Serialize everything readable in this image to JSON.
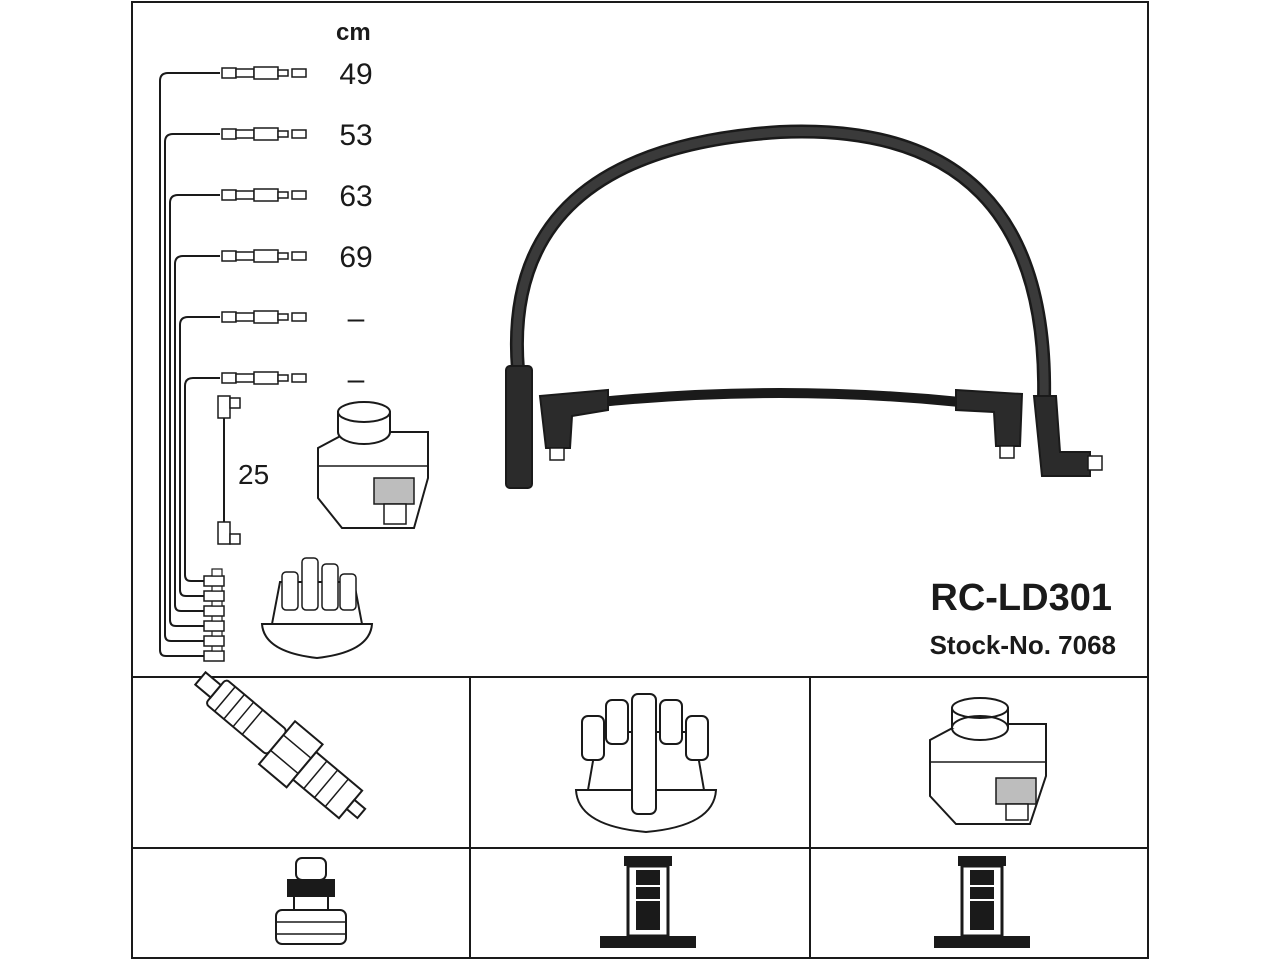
{
  "unit": "cm",
  "leads": [
    {
      "length": "49"
    },
    {
      "length": "53"
    },
    {
      "length": "63"
    },
    {
      "length": "69"
    },
    {
      "length": "–"
    },
    {
      "length": "–"
    }
  ],
  "coil_lead": {
    "length": "25"
  },
  "product": {
    "part_number": "RC-LD301",
    "stock_number": "Stock-No. 7068"
  },
  "colors": {
    "ink": "#1a1a1a",
    "cable": "#2b2b2b",
    "background": "#ffffff"
  },
  "icons": [
    "spark-plug-icon",
    "distributor-cap-icon",
    "ignition-coil-icon",
    "plug-terminal-icon",
    "cap-terminal-icon",
    "coil-terminal-icon"
  ]
}
